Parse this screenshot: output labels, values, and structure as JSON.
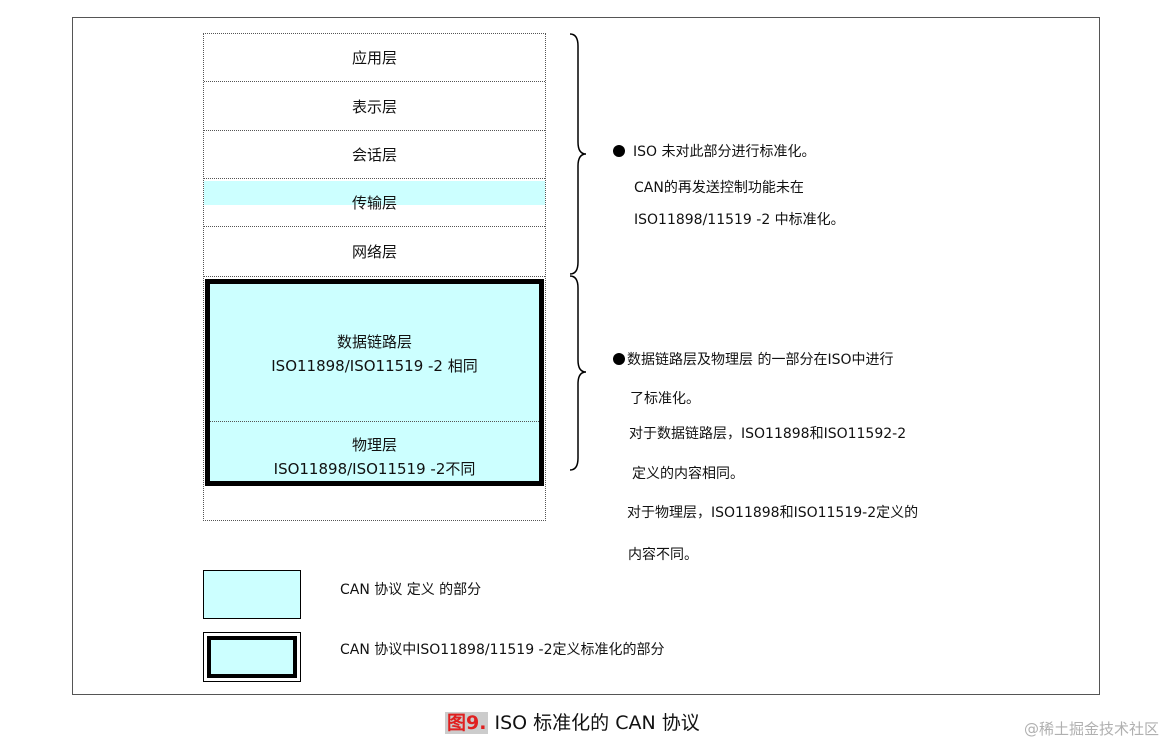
{
  "layers": {
    "application": "应用层",
    "presentation": "表示层",
    "session": "会话层",
    "transport": "传输层",
    "network": "网络层",
    "data_link_title": "数据链路层",
    "data_link_note": "ISO11898/ISO11519 -2 相同",
    "physical_title": "物理层",
    "physical_note": "ISO11898/ISO11519 -2不同"
  },
  "notes": {
    "upper_line1": "ISO 未对此部分进行标准化。",
    "upper_line2": "CAN的再发送控制功能未在",
    "upper_line3": "ISO11898/11519 -2 中标准化。",
    "lower_line1": "数据链路层及物理层 的一部分在ISO中进行",
    "lower_line2": "了标准化。",
    "lower_line3": "对于数据链路层，ISO11898和ISO11592-2",
    "lower_line4": "定义的内容相同。",
    "lower_line5": "对于物理层，ISO11898和ISO11519-2定义的",
    "lower_line6": "内容不同。"
  },
  "legend": {
    "can_defined": "CAN 协议 定义 的部分",
    "iso_standardized": "CAN  协议中ISO11898/11519 -2定义标准化的部分"
  },
  "caption": {
    "figure_label": "图9.",
    "title": "ISO 标准化的 CAN 协议"
  },
  "watermark": "@稀土掘金技术社区",
  "colors": {
    "cyan_fill": "#ccffff",
    "figure_label_red": "#e02020"
  }
}
